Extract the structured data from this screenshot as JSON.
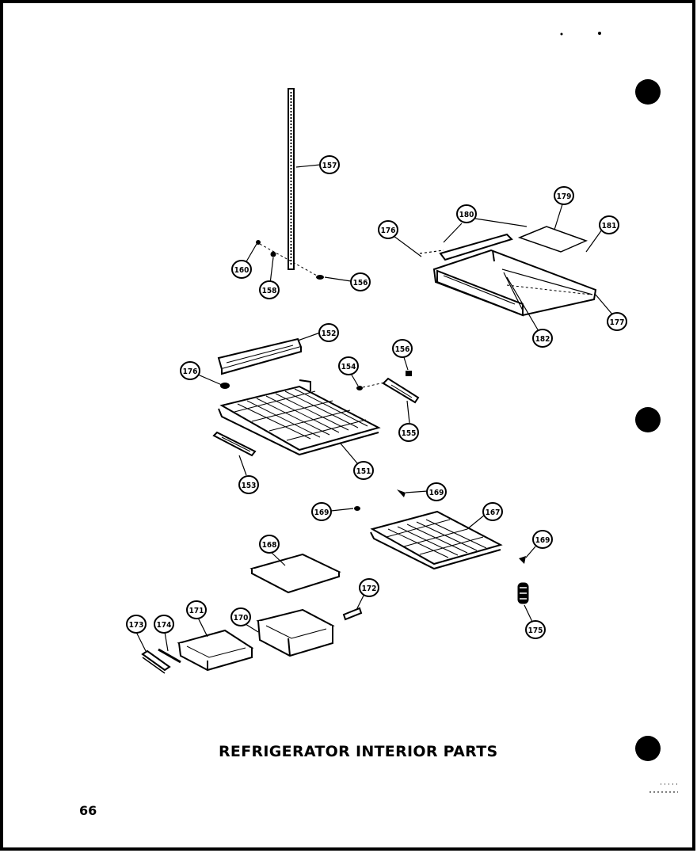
{
  "title": "REFRIGERATOR INTERIOR PARTS",
  "page_number": "66",
  "callouts": {
    "c157": "157",
    "c160": "160",
    "c158": "158",
    "c156a": "156",
    "c176a": "176",
    "c180": "180",
    "c179": "179",
    "c181": "181",
    "c177": "177",
    "c182": "182",
    "c152": "152",
    "c176b": "176",
    "c154": "154",
    "c156b": "156",
    "c155": "155",
    "c151": "151",
    "c153": "153",
    "c169a": "169",
    "c169b": "169",
    "c167": "167",
    "c169c": "169",
    "c168": "168",
    "c172": "172",
    "c171": "171",
    "c170": "170",
    "c173": "173",
    "c174": "174",
    "c175": "175"
  }
}
